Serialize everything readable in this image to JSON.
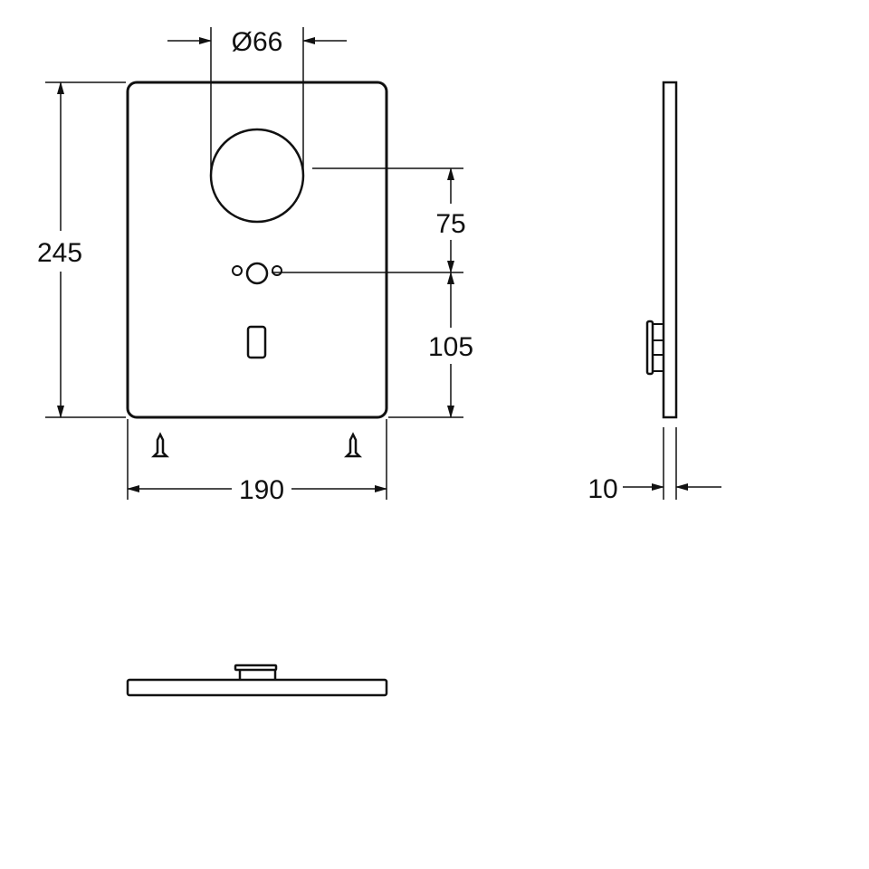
{
  "colors": {
    "line": "#111111",
    "background": "#ffffff"
  },
  "dimensions": {
    "diameter": "Ø66",
    "height": "245",
    "circle_to_sensor": "75",
    "sensor_to_bottom": "105",
    "width": "190",
    "thickness": "10"
  }
}
